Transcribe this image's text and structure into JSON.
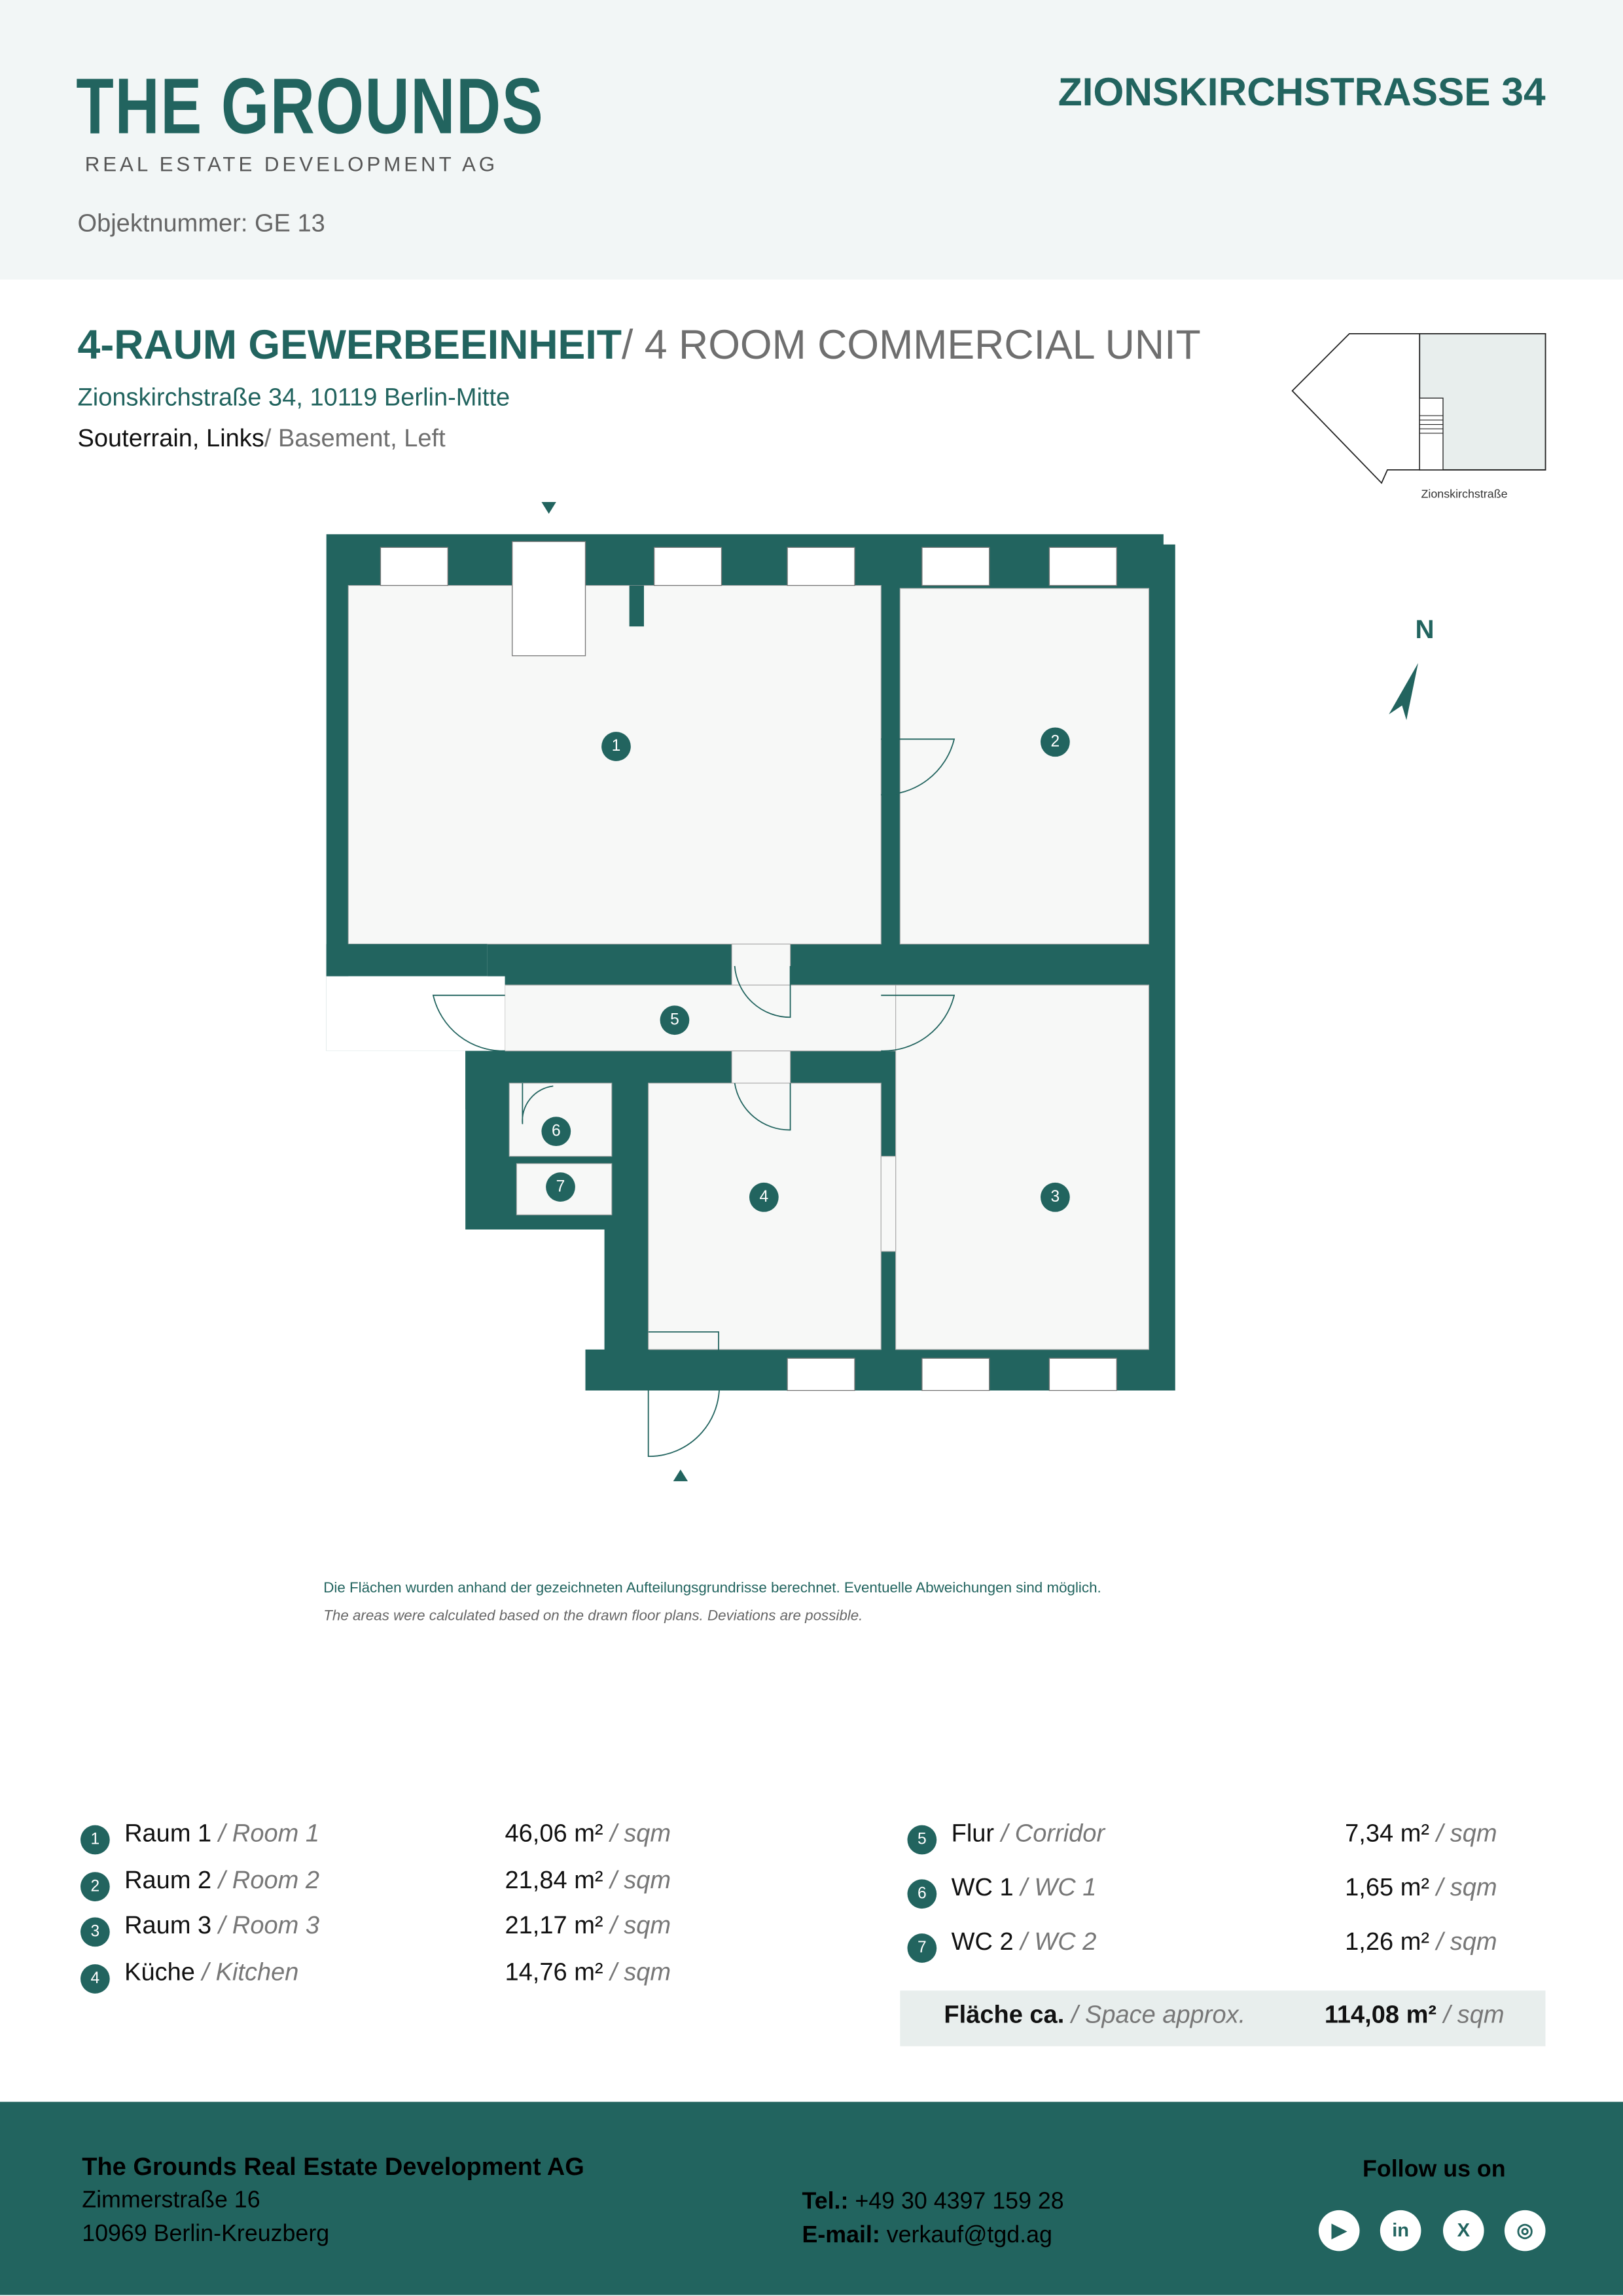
{
  "header": {
    "logo_main": "THE GROUNDS",
    "logo_sub": "REAL ESTATE DEVELOPMENT AG",
    "object_number": "Objektnummer: GE 13",
    "street": "ZIONSKIRCHSTRASSE 34"
  },
  "unit": {
    "title_de": "4-RAUM GEWERBEEINHEIT",
    "title_en": "/ 4 ROOM COMMERCIAL UNIT",
    "address": "Zionskirchstraße 34, 10119 Berlin-Mitte",
    "floor_de": "Souterrain, Links",
    "floor_en": "/ Basement, Left"
  },
  "site_plan": {
    "street_label": "Zionskirchstraße"
  },
  "compass": {
    "label": "N"
  },
  "plan_numbers": [
    "1",
    "2",
    "3",
    "4",
    "5",
    "6",
    "7"
  ],
  "notes": {
    "de": "Die Flächen wurden anhand der gezeichneten Aufteilungsgrundrisse berechnet. Eventuelle Abweichungen sind möglich.",
    "en": "The areas were calculated based on the drawn floor plans. Deviations are possible."
  },
  "rooms": [
    {
      "num": "1",
      "de": "Raum 1",
      "en": "/ Room 1",
      "area": "46,06 m²",
      "unit": "/ sqm"
    },
    {
      "num": "2",
      "de": "Raum 2",
      "en": "/ Room 2",
      "area": "21,84 m²",
      "unit": "/ sqm"
    },
    {
      "num": "3",
      "de": "Raum 3",
      "en": "/ Room 3",
      "area": "21,17 m²",
      "unit": "/ sqm"
    },
    {
      "num": "4",
      "de": "Küche",
      "en": "/ Kitchen",
      "area": "14,76 m²",
      "unit": "/ sqm"
    },
    {
      "num": "5",
      "de": "Flur",
      "en": "/ Corridor",
      "area": "7,34 m²",
      "unit": "/ sqm"
    },
    {
      "num": "6",
      "de": "WC 1",
      "en": "/ WC 1",
      "area": "1,65 m²",
      "unit": "/ sqm"
    },
    {
      "num": "7",
      "de": "WC 2",
      "en": "/ WC 2",
      "area": "1,26 m²",
      "unit": "/ sqm"
    }
  ],
  "total": {
    "de": "Fläche ca.",
    "en": "/ Space approx.",
    "area": "114,08 m²",
    "unit": "/ sqm"
  },
  "footer": {
    "company": "The Grounds Real Estate Development AG",
    "street": "Zimmerstraße 16",
    "city": "10969 Berlin-Kreuzberg",
    "tel_label": "Tel.:",
    "tel": "+49 30 4397 159 28",
    "email_label": "E-mail:",
    "email": "verkauf@tgd.ag",
    "follow": "Follow us on",
    "social": [
      "youtube-icon",
      "linkedin-icon",
      "xing-icon",
      "instagram-icon"
    ]
  },
  "colors": {
    "accent": "#22645f",
    "header_bg": "#f2f6f6",
    "room_fill": "#f7f8f7"
  }
}
